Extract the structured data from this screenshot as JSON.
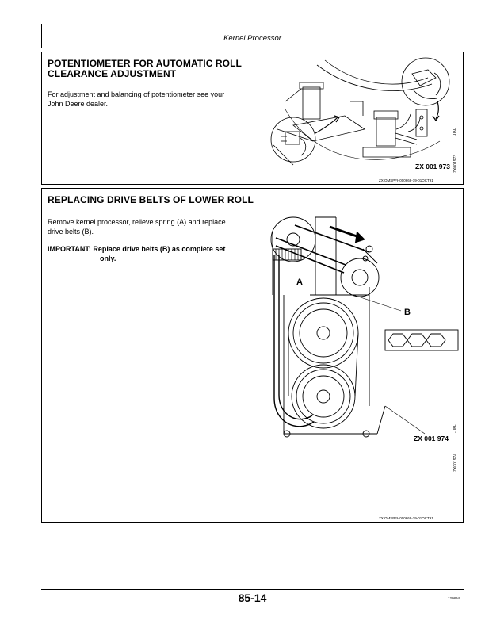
{
  "header": {
    "title": "Kernel Processor"
  },
  "section1": {
    "title_line1": "POTENTIOMETER FOR AUTOMATIC ROLL",
    "title_line2": "CLEARANCE ADJUSTMENT",
    "body_line1": "For adjustment and balancing of potentiometer see your",
    "body_line2": "John Deere dealer.",
    "figure_label": "ZX 001 973",
    "figure_side_code": "ZX001973",
    "figure_un": "-UN-",
    "ref_code": "ZX,OMSPFH000668-19-01OCT91"
  },
  "section2": {
    "title": "REPLACING DRIVE BELTS OF LOWER ROLL",
    "body_line1": "Remove kernel processor, relieve spring (A) and replace",
    "body_line2": "drive belts (B).",
    "important_line1": "IMPORTANT: Replace drive belts (B) as complete set",
    "important_line2": "only.",
    "callout_a": "A",
    "callout_b": "B",
    "figure_label": "ZX 001 974",
    "figure_side_code": "ZX001974",
    "figure_un": "-UN-",
    "ref_code": "ZX,OMSPFH000669-19-01OCT91"
  },
  "footer": {
    "page_number": "85-14",
    "code": "120894"
  }
}
